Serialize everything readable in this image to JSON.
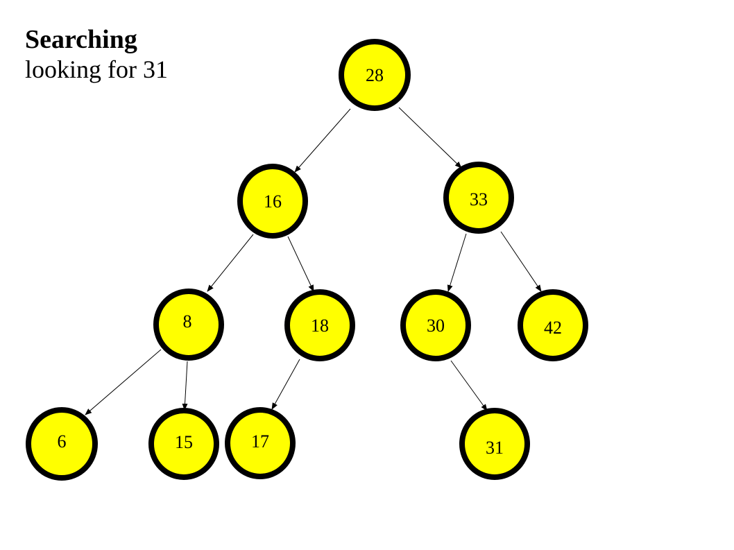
{
  "title": "Searching",
  "subtitle": "looking for 31",
  "colors": {
    "node_fill": "#ffff00",
    "node_stroke": "#000000",
    "edge": "#000000"
  },
  "nodes": [
    {
      "id": "n28",
      "label": "28"
    },
    {
      "id": "n16",
      "label": "16"
    },
    {
      "id": "n33",
      "label": "33"
    },
    {
      "id": "n8",
      "label": "8"
    },
    {
      "id": "n18",
      "label": "18"
    },
    {
      "id": "n30",
      "label": "30"
    },
    {
      "id": "n42",
      "label": "42"
    },
    {
      "id": "n6",
      "label": "6"
    },
    {
      "id": "n15",
      "label": "15"
    },
    {
      "id": "n17",
      "label": "17"
    },
    {
      "id": "n31",
      "label": "31"
    }
  ],
  "edges": [
    {
      "from": "n28",
      "to": "n16"
    },
    {
      "from": "n28",
      "to": "n33"
    },
    {
      "from": "n16",
      "to": "n8"
    },
    {
      "from": "n16",
      "to": "n18"
    },
    {
      "from": "n33",
      "to": "n30"
    },
    {
      "from": "n33",
      "to": "n42"
    },
    {
      "from": "n8",
      "to": "n6"
    },
    {
      "from": "n8",
      "to": "n15"
    },
    {
      "from": "n18",
      "to": "n17"
    },
    {
      "from": "n30",
      "to": "n31"
    }
  ]
}
